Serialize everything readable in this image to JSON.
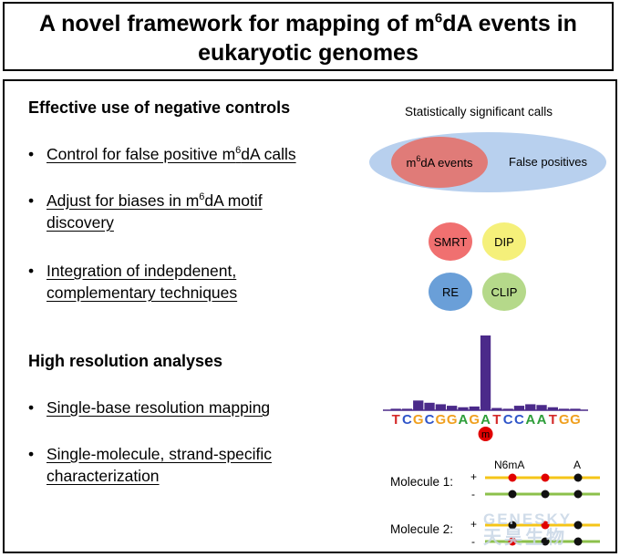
{
  "title": {
    "line1_before": "A novel framework for mapping of m",
    "line1_sup": "6",
    "line1_after": "dA events in",
    "line2": "eukaryotic genomes"
  },
  "section1": {
    "heading": "Effective use of negative controls",
    "bullets": [
      {
        "parts": [
          "Control for false positive m",
          "6",
          "dA calls"
        ]
      },
      {
        "parts": [
          "Adjust for biases in m",
          "6",
          "dA motif"
        ],
        "line2": "discovery"
      },
      {
        "parts": [
          "Integration of indepdenent,",
          "",
          ""
        ],
        "line2": "complementary techniques"
      }
    ]
  },
  "section2": {
    "heading": "High resolution analyses",
    "bullets": [
      {
        "line1": "Single-base resolution mapping"
      },
      {
        "line1": "Single-molecule, strand-specific",
        "line2": "characterization"
      }
    ]
  },
  "venn": {
    "caption": "Statistically significant calls",
    "inner_before": "m",
    "inner_sup": "6",
    "inner_after": "dA events",
    "outer_label": "False positives",
    "outer_color": "#b8d0ee",
    "inner_color": "#e07b78"
  },
  "techniques": [
    {
      "label": "SMRT",
      "color": "#f07070"
    },
    {
      "label": "DIP",
      "color": "#f5f07a"
    },
    {
      "label": "RE",
      "color": "#6a9fd8"
    },
    {
      "label": "CLIP",
      "color": "#b5d98a"
    }
  ],
  "sequence": {
    "letters": [
      "T",
      "C",
      "G",
      "C",
      "G",
      "G",
      "A",
      "G",
      "A",
      "T",
      "C",
      "C",
      "A",
      "A",
      "T",
      "G",
      "G"
    ],
    "letter_colors": {
      "A": "#2e9e3a",
      "C": "#2f55c9",
      "G": "#f0a020",
      "T": "#d42a2a"
    },
    "signal": [
      0.02,
      0.02,
      0.13,
      0.1,
      0.08,
      0.06,
      0.04,
      0.05,
      1.0,
      0.03,
      0.02,
      0.06,
      0.08,
      0.07,
      0.04,
      0.02,
      0.02
    ],
    "bar_color": "#4b2a8a",
    "marker_label": "m",
    "marker_color": "#e00000"
  },
  "molecules": {
    "n6ma_label": "N6mA",
    "a_label": "A",
    "rows": [
      {
        "label": "Molecule 1:",
        "plus": "+",
        "minus": "-"
      },
      {
        "label": "Molecule 2:",
        "plus": "+",
        "minus": "-"
      }
    ],
    "plus_color": "#f5c518",
    "minus_color": "#8cc04b",
    "methylated_color": "#e00000",
    "unmethylated_color": "#111111"
  },
  "watermark": {
    "line1": "GENESKY",
    "line2": "天昊生物"
  }
}
